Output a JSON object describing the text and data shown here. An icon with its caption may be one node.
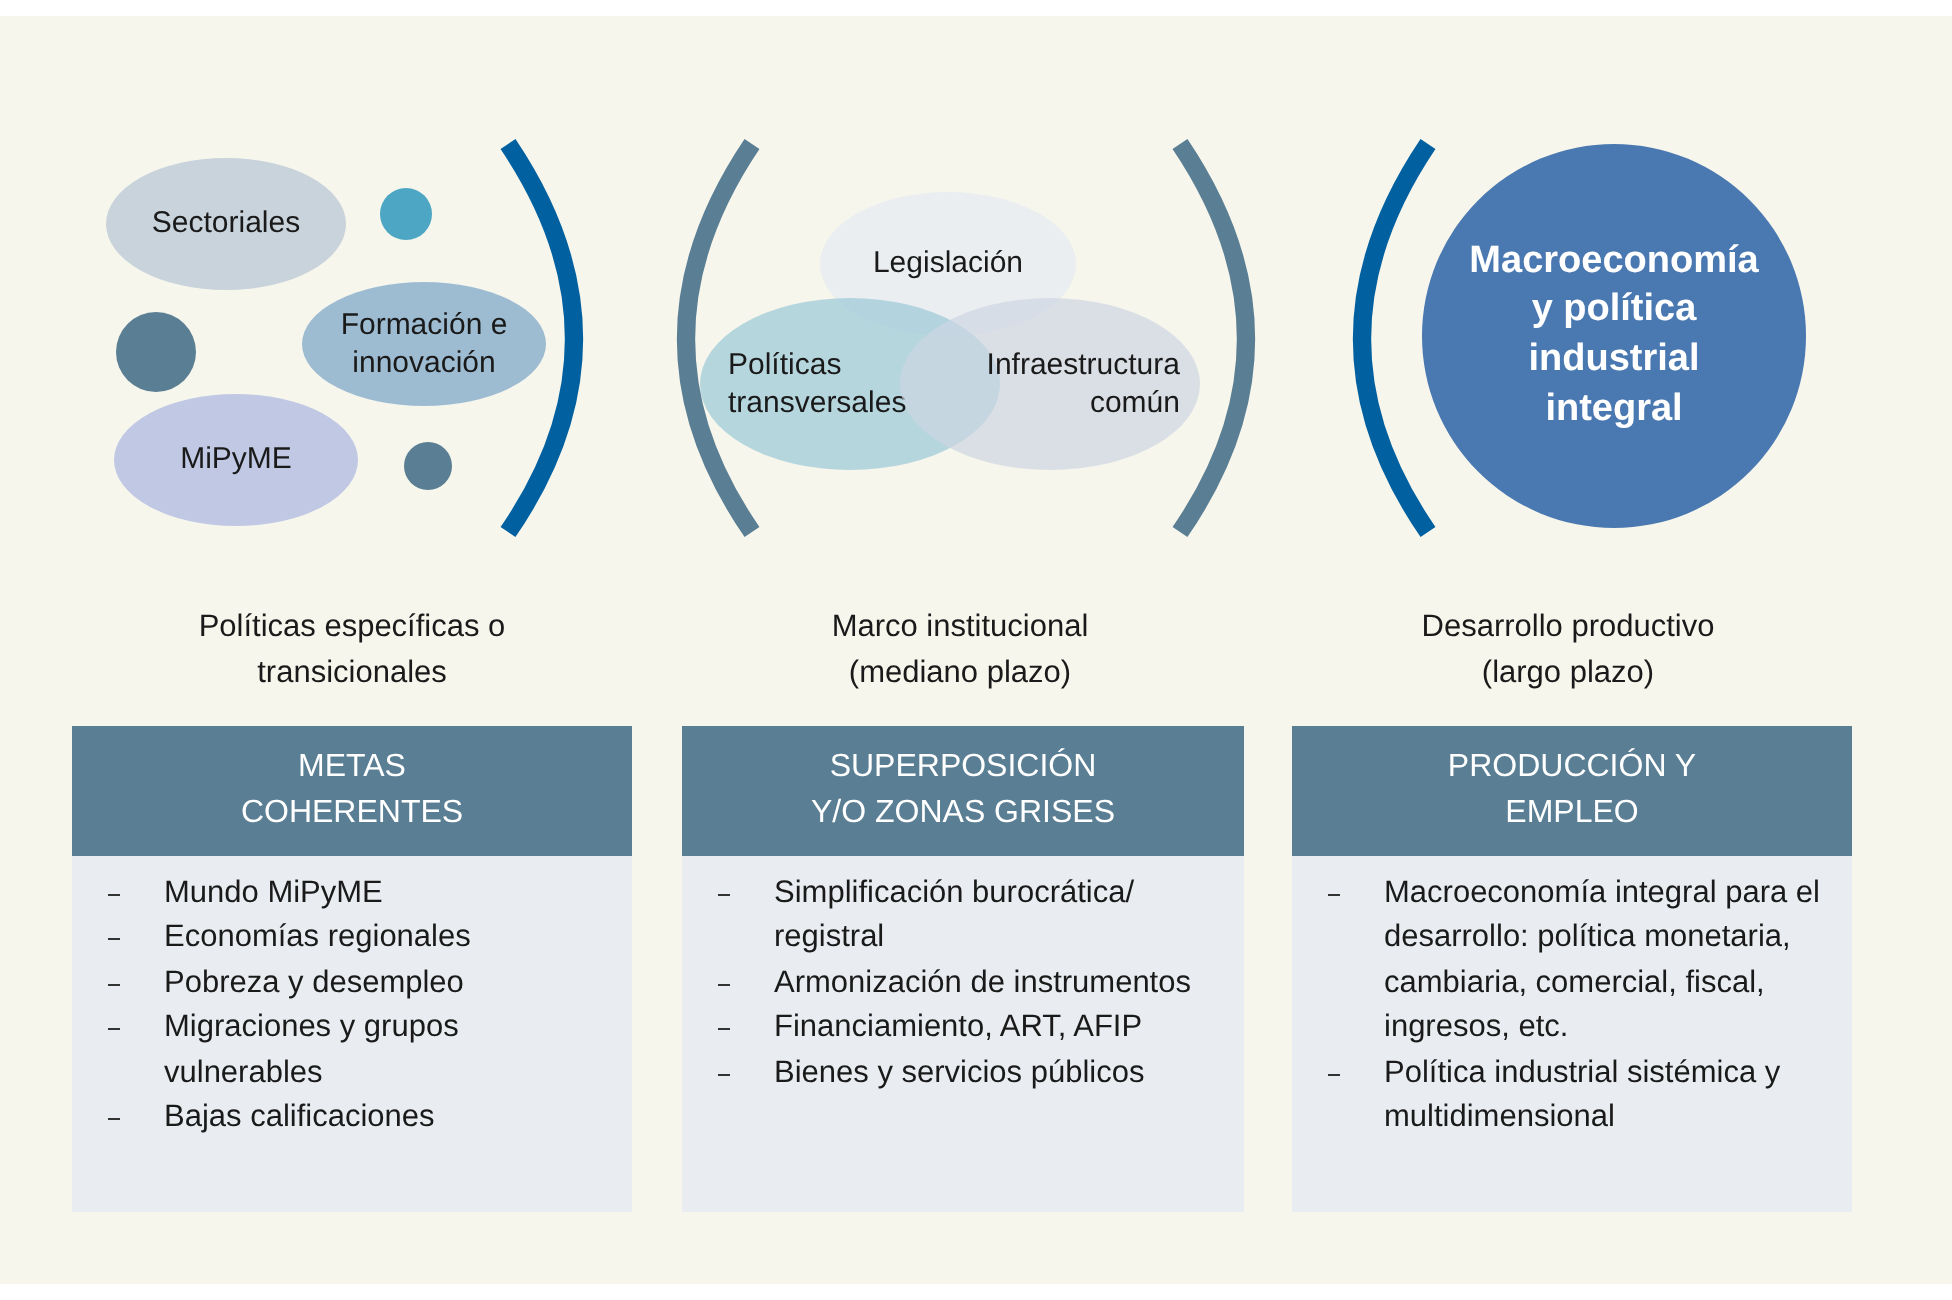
{
  "diagram": {
    "nodes": [
      {
        "text": [
          "Sectoriales"
        ]
      },
      {
        "text": [],
        "shape": "circle"
      },
      {
        "text": [],
        "shape": "circle"
      },
      {
        "text": [
          "Formación e innovación"
        ]
      },
      {
        "text": [
          "MiPyME"
        ]
      },
      {
        "text": [],
        "shape": "circle"
      },
      {
        "text": [
          "Legislación"
        ]
      },
      {
        "text": [
          "Políticas transversales"
        ]
      },
      {
        "text": [
          "Infraestructura común"
        ]
      },
      {
        "text": [
          "Macroeconomía y política industrial integral"
        ]
      },
      {
        "text": [
          "METAS COHERENTES"
        ]
      },
      {
        "text": [
          "Mundo MiPyME",
          "Economías regionales",
          "Pobreza y desempleo",
          "Migraciones y grupos vulnerables",
          "Bajas calificaciones"
        ]
      },
      {
        "text": [
          "SUPERPOSICIÓN Y/O ZONAS GRISES"
        ]
      },
      {
        "text": [
          "Simplificación burocrática/ registral",
          "Armonización de instrumentos",
          "Financiamiento, ART, AFIP",
          "Bienes y servicios públicos"
        ]
      },
      {
        "text": [
          "PRODUCCIÓN Y EMPLEO"
        ]
      },
      {
        "text": [
          "Macroeconomía integral para el desarrollo: política monetaria, cambiaria, comercial, fiscal, ingresos, etc.",
          "Política industrial sistémica y multidimensional"
        ]
      }
    ],
    "labels": [
      "Políticas específicas o transicionales",
      "Marco institucional (mediano plazo)",
      "Desarrollo productivo (largo plazo)"
    ]
  }
}
